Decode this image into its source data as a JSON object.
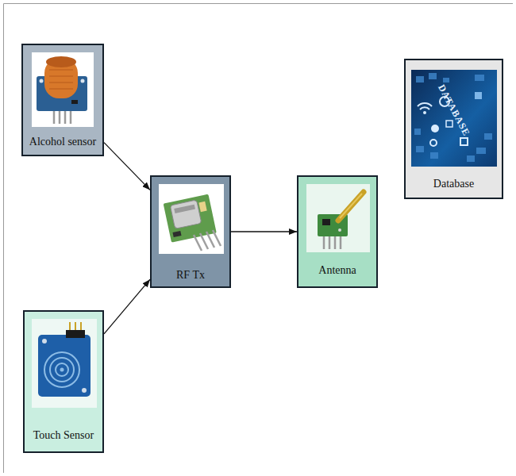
{
  "diagram": {
    "nodes": [
      {
        "text": [
          "Alcohol sensor"
        ]
      },
      {
        "text": [
          "Touch Sensor"
        ]
      },
      {
        "text": [
          "RF Tx"
        ]
      },
      {
        "text": [
          "Antenna"
        ]
      },
      {
        "text": [
          "Database"
        ]
      }
    ],
    "edges": [
      {
        "from": 0,
        "to": 2,
        "arrow": "to"
      },
      {
        "from": 1,
        "to": 2,
        "arrow": "to"
      },
      {
        "from": 2,
        "to": 3,
        "arrow": "to"
      }
    ],
    "labels": [
      "DATABASE"
    ]
  }
}
